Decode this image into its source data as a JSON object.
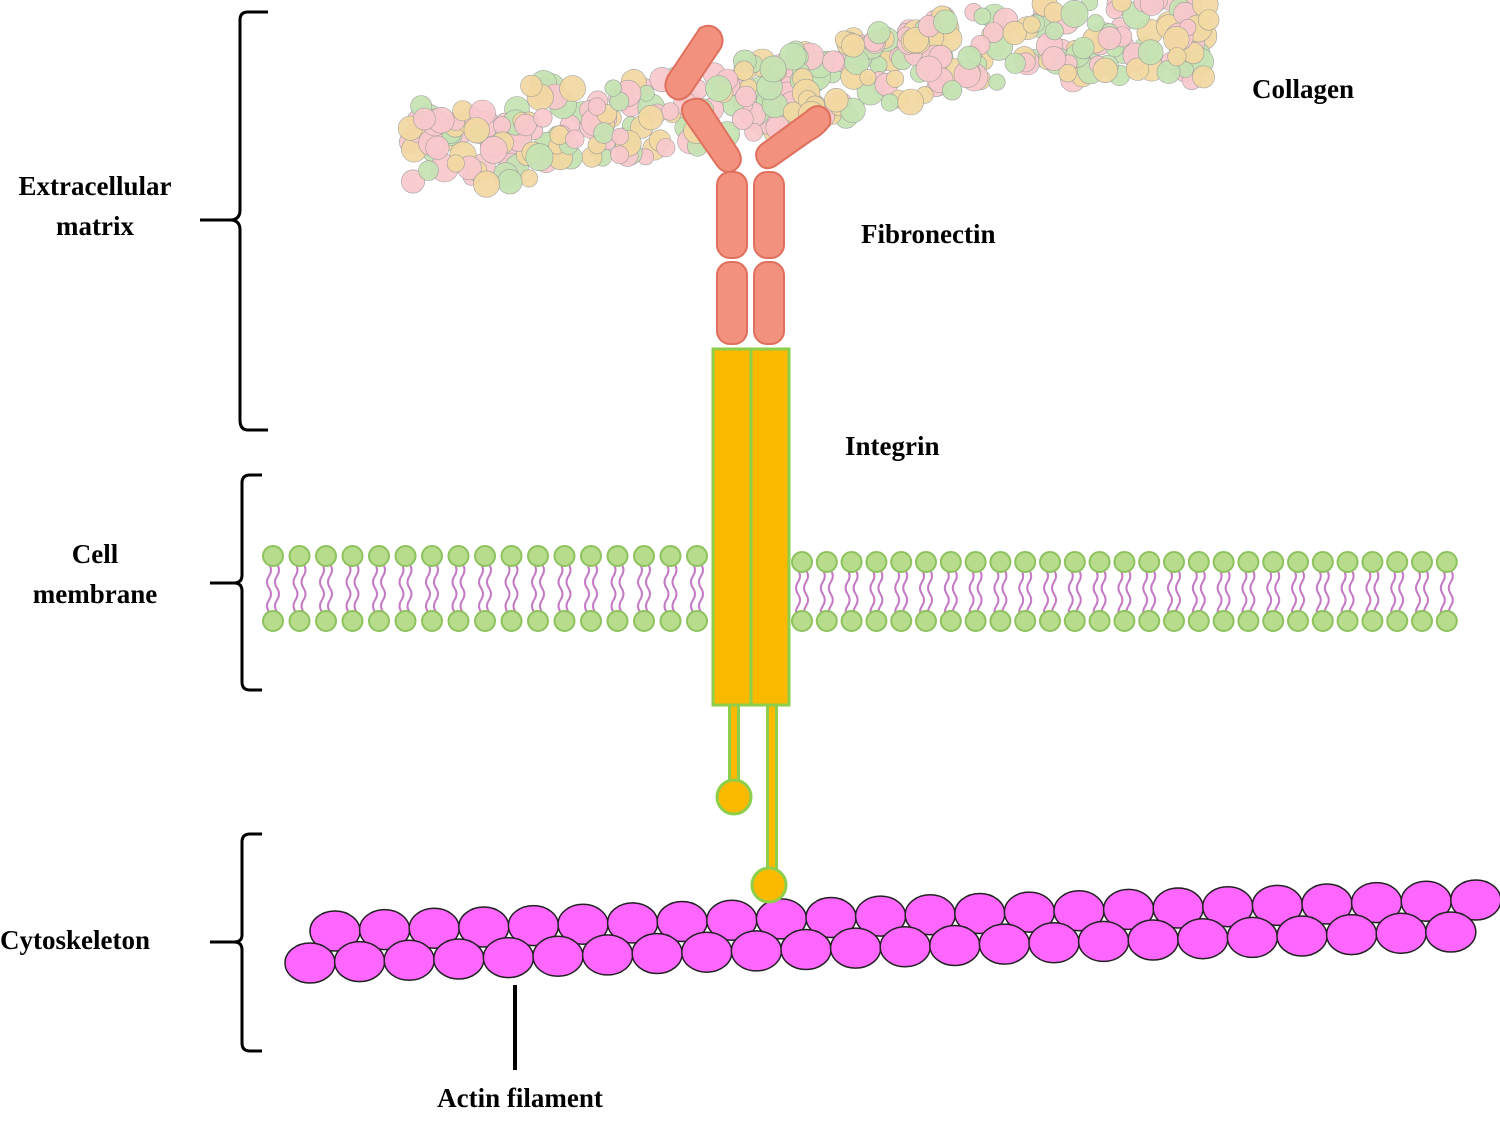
{
  "labels": {
    "extracellular_matrix": [
      "Extracellular",
      "matrix"
    ],
    "cell_membrane": [
      "Cell",
      "membrane"
    ],
    "cytoskeleton": "Cytoskeleton",
    "collagen": "Collagen",
    "fibronectin": "Fibronectin",
    "integrin": "Integrin",
    "actin_filament": "Actin filament"
  },
  "colors": {
    "collagen_bead_colors": [
      "#f9c8cd",
      "#f3d9a2",
      "#c5e3b3"
    ],
    "fibronectin": "#f2917e",
    "fibronectin_stroke": "#e0705e",
    "integrin": "#fbba00",
    "integrin_stroke": "#8dcf4a",
    "lipid_head": "#b6dc8c",
    "lipid_head_stroke": "#8ec25e",
    "lipid_tail": "#c57ac5",
    "actin": "#ff66ff",
    "actin_stroke": "#222222",
    "bracket": "#000000"
  }
}
